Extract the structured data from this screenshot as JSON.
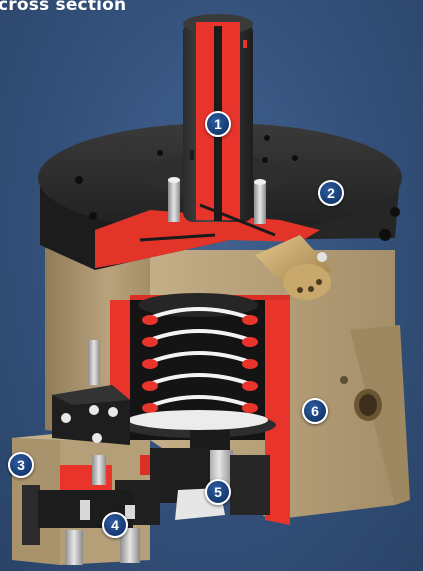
{
  "title": "cross section",
  "callouts": [
    {
      "id": "callout-1",
      "label": "1"
    },
    {
      "id": "callout-2",
      "label": "2"
    },
    {
      "id": "callout-3",
      "label": "3"
    },
    {
      "id": "callout-4",
      "label": "4"
    },
    {
      "id": "callout-5",
      "label": "5"
    },
    {
      "id": "callout-6",
      "label": "6"
    }
  ],
  "colors": {
    "background": "#33507a",
    "section_red": "#e8342a",
    "housing_tan": "#b9a37d",
    "plate_black": "#2a2a2a",
    "fitting_brass": "#c7a66a",
    "spring_white": "#f2f2f2",
    "badge_blue": "#163a72"
  }
}
